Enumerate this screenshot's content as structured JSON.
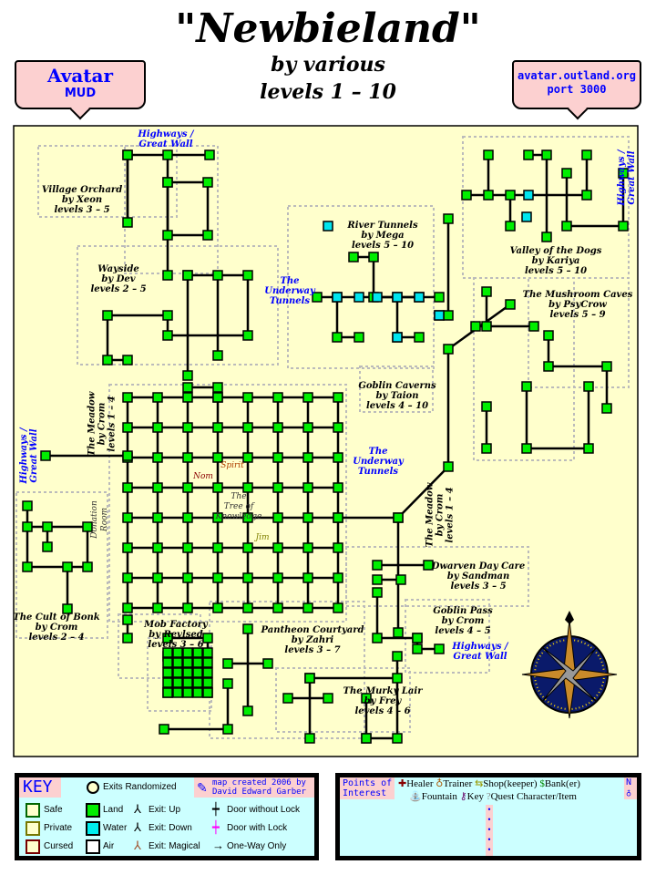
{
  "header": {
    "title": "\"Newbieland\"",
    "author": "by various",
    "levels": "levels 1 – 10",
    "left_badge": {
      "line1": "Avatar",
      "line2": "MUD"
    },
    "right_badge": {
      "line1": "avatar.outland.org",
      "line2": "port 3000"
    }
  },
  "colors": {
    "parchment": "#ffffcc",
    "land": "#00ee00",
    "water": "#00e5ee",
    "key_bg": "#ccffff",
    "badge": "#fcd0d0",
    "link": "#0000ff"
  },
  "zones": [
    {
      "lines": [
        "Village Orchard",
        "by Xeon",
        "levels 3 – 5"
      ]
    },
    {
      "lines": [
        "Highways /",
        "Great Wall"
      ],
      "link": true
    },
    {
      "lines": [
        "Wayside",
        "by Dev",
        "levels 2 – 5"
      ]
    },
    {
      "lines": [
        "The",
        "Underway",
        "Tunnels"
      ],
      "link": true
    },
    {
      "lines": [
        "River Tunnels",
        "by Mega",
        "levels 5 – 10"
      ]
    },
    {
      "lines": [
        "Valley of the Dogs",
        "by Kariya",
        "levels 5 – 10"
      ]
    },
    {
      "lines": [
        "Highways /",
        "Great Wall"
      ],
      "link": true
    },
    {
      "lines": [
        "The Mushroom Caves",
        "by PsyCrow",
        "levels 5 – 9"
      ]
    },
    {
      "lines": [
        "Goblin Caverns",
        "by Taion",
        "levels 4 – 10"
      ]
    },
    {
      "lines": [
        "The Meadow",
        "by Crom",
        "levels 1 – 4"
      ]
    },
    {
      "lines": [
        "Highways /",
        "Great Wall"
      ],
      "link": true
    },
    {
      "lines": [
        "The",
        "Underway",
        "Tunnels"
      ],
      "link": true
    },
    {
      "lines": [
        "The Meadow",
        "by Crom",
        "levels 1 – 4"
      ]
    },
    {
      "lines": [
        "The Cult of Bonk",
        "by Crom",
        "levels 2 – 4"
      ]
    },
    {
      "lines": [
        "Mob Factory",
        "by Revlsed",
        "levels 3 – 6"
      ]
    },
    {
      "lines": [
        "Pantheon Courtyard",
        "by Zahri",
        "levels 3 – 7"
      ]
    },
    {
      "lines": [
        "Dwarven Day Care",
        "by Sandman",
        "levels 3 – 5"
      ]
    },
    {
      "lines": [
        "Goblin Pass",
        "by Crom",
        "levels 4 – 5"
      ]
    },
    {
      "lines": [
        "Highways /",
        "Great Wall"
      ],
      "link": true
    },
    {
      "lines": [
        "The Murky Lair",
        "by Frey",
        "levels 4 – 6"
      ]
    }
  ],
  "annotations": [
    {
      "lines": [
        "Nom"
      ],
      "color": "#8b0000"
    },
    {
      "lines": [
        "Spirit"
      ],
      "color": "#b04000"
    },
    {
      "lines": [
        "The",
        "Tree of",
        "Knowledge"
      ],
      "color": "#333333"
    },
    {
      "lines": [
        "Jim"
      ],
      "color": "#808000"
    },
    {
      "lines": [
        "Donation",
        "Room"
      ],
      "color": "#333333"
    }
  ],
  "key": {
    "title": "KEY",
    "exits_randomized": "Exits Randomized",
    "credit_line1": "map created 2006 by",
    "credit_line2": "David Edward Garber",
    "zone_types": [
      "Safe",
      "Private",
      "Cursed"
    ],
    "terrain": [
      "Land",
      "Water",
      "Air"
    ],
    "exits": [
      "Exit: Up",
      "Exit: Down",
      "Exit: Magical"
    ],
    "doors": [
      "Door without Lock",
      "Door with Lock",
      "One-Way Only"
    ]
  },
  "poi": {
    "title_line1": "Points of",
    "title_line2": "Interest",
    "row1": [
      {
        "icon": "healer-icon",
        "label": "Healer"
      },
      {
        "icon": "trainer-icon",
        "label": "Trainer"
      },
      {
        "icon": "shop-icon",
        "label": "Shop(keeper)"
      },
      {
        "icon": "bank-icon",
        "label": "Bank(er)"
      }
    ],
    "row2": [
      {
        "icon": "fountain-icon",
        "label": "Fountain"
      },
      {
        "icon": "key-icon",
        "label": "Key"
      },
      {
        "icon": "quest-icon",
        "label": "Quest Character/Item"
      }
    ],
    "north": "N"
  }
}
